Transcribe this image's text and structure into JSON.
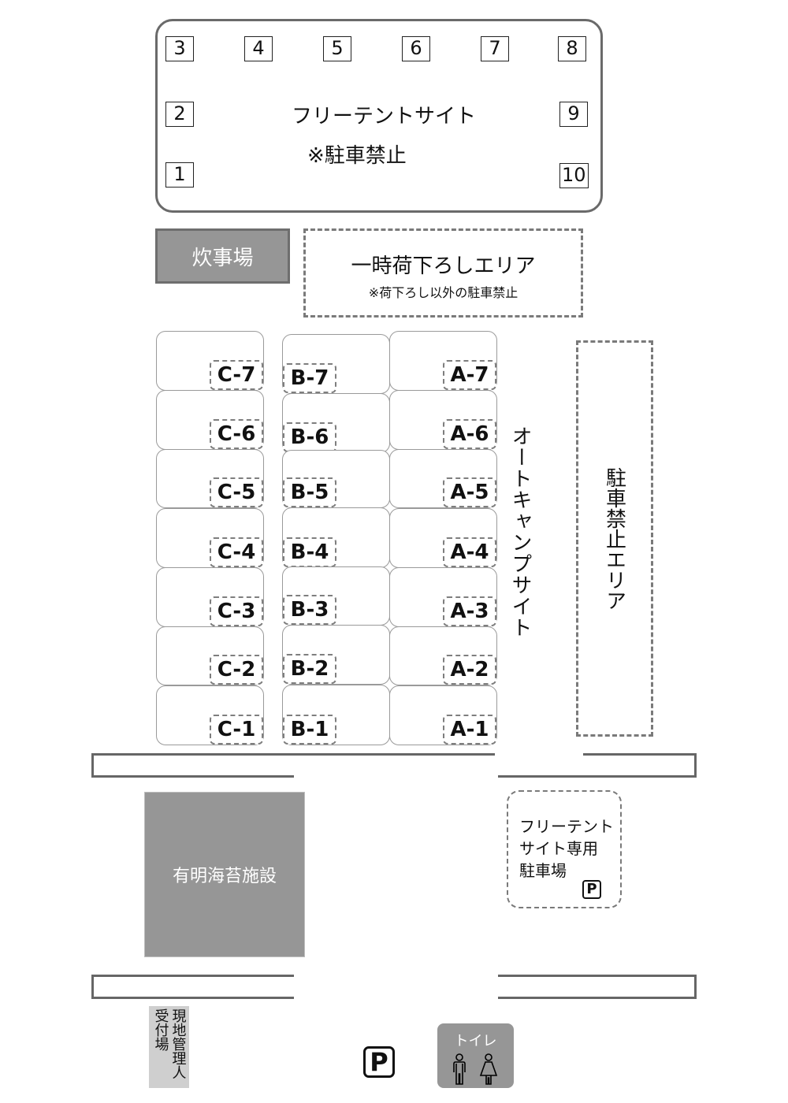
{
  "map": {
    "free_tent_site": {
      "title": "フリーテントサイト",
      "note": "※駐車禁止",
      "spots": [
        "1",
        "2",
        "3",
        "4",
        "5",
        "6",
        "7",
        "8",
        "9",
        "10"
      ]
    },
    "cooking_area": {
      "label": "炊事場"
    },
    "unloading_area": {
      "title": "一時荷下ろしエリア",
      "note": "※荷下ろし以外の駐車禁止"
    },
    "auto_camp_site": {
      "label": "オートキャンプサイト",
      "columns": {
        "C": [
          "C-7",
          "C-6",
          "C-5",
          "C-4",
          "C-3",
          "C-2",
          "C-1"
        ],
        "B": [
          "B-7",
          "B-6",
          "B-5",
          "B-4",
          "B-3",
          "B-2",
          "B-1"
        ],
        "A": [
          "A-7",
          "A-6",
          "A-5",
          "A-4",
          "A-3",
          "A-2",
          "A-1"
        ]
      }
    },
    "no_parking_area": {
      "label": "駐車禁止エリア"
    },
    "nori_facility": {
      "label": "有明海苔施設"
    },
    "free_tent_parking": {
      "lines": [
        "フリーテント",
        "サイト専用",
        "駐車場"
      ],
      "icon": "P"
    },
    "reception": {
      "col1": "現地管理人",
      "col2": "受付場"
    },
    "parking": {
      "icon": "P"
    },
    "toilet": {
      "label": "トイレ"
    },
    "colors": {
      "dark_gray": "#969696",
      "border_gray": "#6a6a6a",
      "light_gray": "#cfcfcf",
      "dash_gray": "#7a7a7a"
    }
  }
}
